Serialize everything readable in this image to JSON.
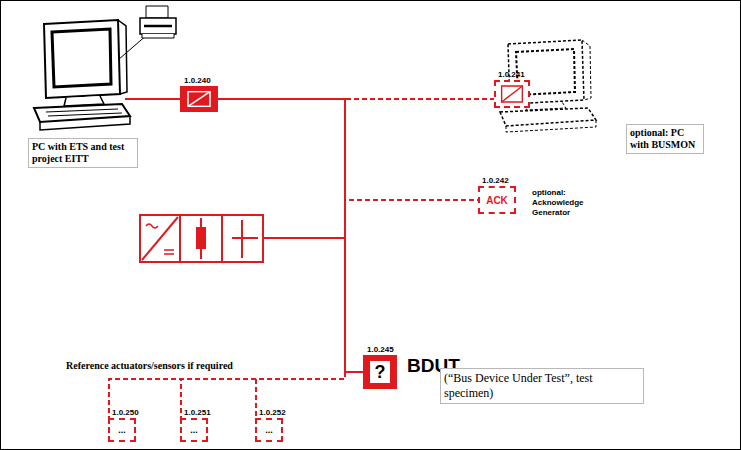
{
  "diagram": {
    "nodes": [
      {
        "text": [
          "PC with ETS and test project EITT"
        ]
      },
      {
        "text": [
          "1.0.240"
        ]
      },
      {
        "text": [
          "1.0.241"
        ]
      },
      {
        "text": [
          "optional: PC with BUSMON"
        ]
      },
      {
        "text": [
          "1.0.242",
          "ACK"
        ]
      },
      {
        "text": [
          "1.0.245",
          "?",
          "BDUT"
        ]
      },
      {
        "text": [
          "(“Bus Device Under Test”, test specimen)"
        ]
      },
      {
        "text": [
          "1.0.250",
          "..."
        ]
      },
      {
        "text": [
          "1.0.251",
          "..."
        ]
      },
      {
        "text": [
          "1.0.252",
          "..."
        ]
      }
    ],
    "edges": [
      {
        "from": 1,
        "to": 2,
        "arrow": "none"
      },
      {
        "from": 1,
        "to": 4,
        "arrow": "none"
      },
      {
        "from": 1,
        "to": 7,
        "arrow": "none"
      },
      {
        "from": 1,
        "to": 8,
        "arrow": "none"
      },
      {
        "from": 1,
        "to": 9,
        "arrow": "none"
      },
      {
        "from": 1,
        "to": 5,
        "arrow": "none"
      }
    ],
    "labels": [
      "optional: Acknowledge Generator",
      "Reference actuators/sensors if required"
    ]
  }
}
